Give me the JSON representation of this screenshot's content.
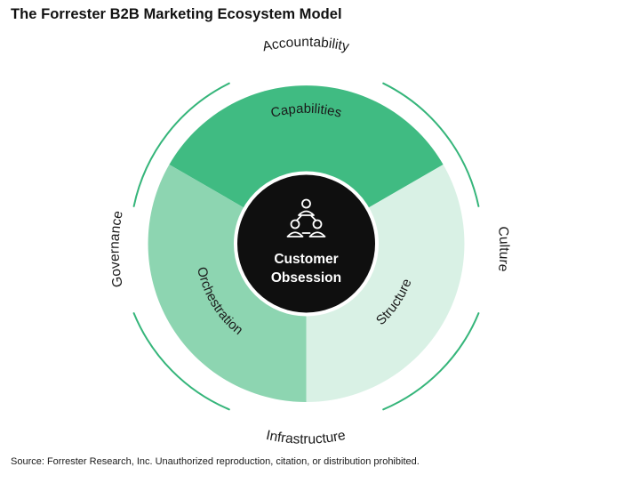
{
  "title": "The Forrester B2B Marketing Ecosystem Model",
  "center": {
    "line1": "Customer",
    "line2": "Obsession",
    "icon": "people-network-icon"
  },
  "segments": {
    "capabilities": {
      "label": "Capabilities",
      "color": "#40bb82"
    },
    "orchestration": {
      "label": "Orchestration",
      "color": "#8dd5b1"
    },
    "structure": {
      "label": "Structure",
      "color": "#d9f1e5"
    }
  },
  "outer_labels": {
    "accountability": "Accountability",
    "culture": "Culture",
    "infrastructure": "Infrastructure",
    "governance": "Governance"
  },
  "colors": {
    "ring": "#35b57a",
    "center": "#0f0f0f"
  },
  "source": "Source: Forrester Research, Inc. Unauthorized reproduction, citation, or distribution prohibited."
}
